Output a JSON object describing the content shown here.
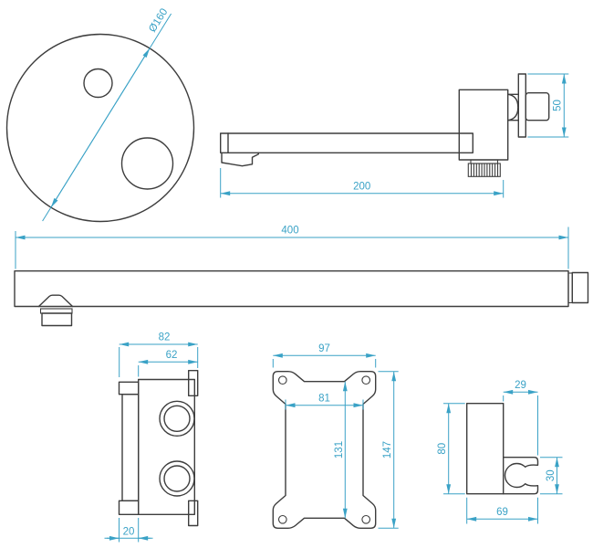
{
  "drawing": {
    "type": "technical-dimension-drawing",
    "colors": {
      "outline": "#3d3d3d",
      "dimension": "#3aa2c6",
      "background": "#ffffff"
    },
    "views": {
      "faceplate": {
        "diameter": "Ø160"
      },
      "spout": {
        "length": "200",
        "flange_height": "50"
      },
      "shower_arm": {
        "length": "400"
      },
      "valve": {
        "overall_width": "82",
        "body_width": "62",
        "depth": "20"
      },
      "mounting_plate": {
        "outer_width": "97",
        "inner_width": "81",
        "inner_height": "131",
        "outer_height": "147"
      },
      "handset_holder": {
        "clip_width": "29",
        "body_height": "80",
        "clip_height": "30",
        "overall_width": "69"
      }
    }
  }
}
